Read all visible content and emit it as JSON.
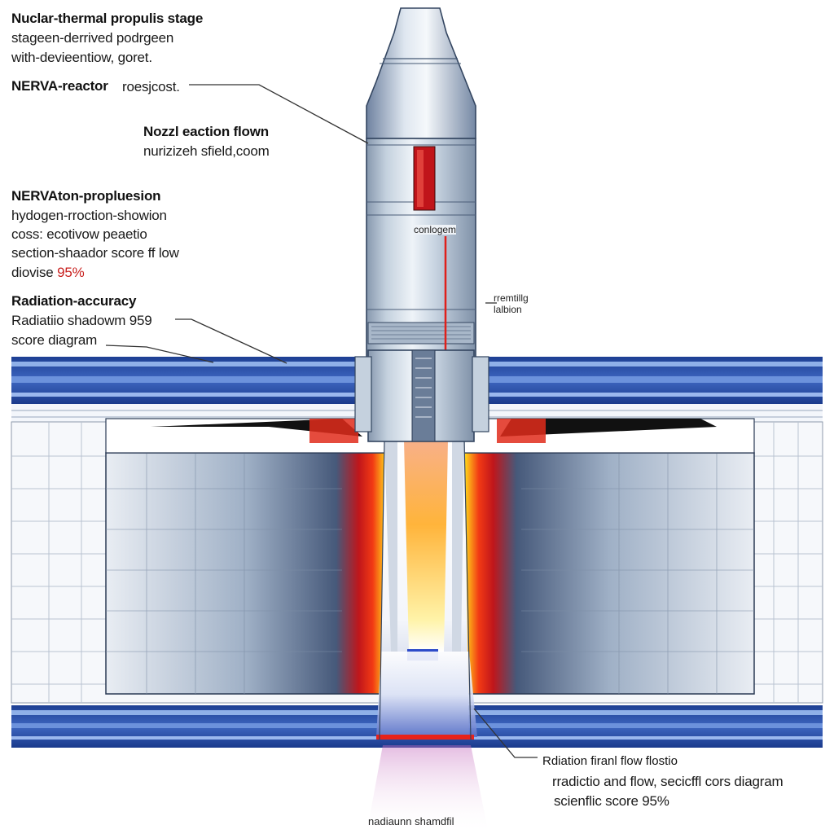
{
  "colors": {
    "band_blue": "#2c4fa3",
    "band_light": "#c9d8f1",
    "flame_red": "#e8221a",
    "flame_yellow": "#ffe01a",
    "body_silver": "#b7c6d6",
    "slot_red": "#c0141a"
  },
  "labels": {
    "title_1": "Nuclar-thermal propulis stage",
    "title_2": "stageen-derrived podrgeen",
    "title_3": "with-devieentiow, goret.",
    "nerva_reactor_b": "NERVA-reactor",
    "nerva_reactor_r": "roesjcost.",
    "nozzle_b": "Nozzl eaction flown",
    "nozzle_r": "nurizizeh sfield,coom",
    "nerva_prop_b": "NERVAton-propluesion",
    "nerva_prop_1": "hydogen-rroction-showion",
    "nerva_prop_2": "coss: ecotivow peaetio",
    "nerva_prop_3": "section-shaador score ff low",
    "nerva_prop_4a": "diovise",
    "nerva_prop_4b": "95%",
    "rad_acc_b": "Radiation-accuracy",
    "rad_acc_1": "Radiatiio shadowm 95",
    "rad_acc_1b": "9",
    "rad_acc_2": "score diagram",
    "center_tag": "conlogem",
    "side_1": "rremtillg",
    "side_2": "lalbion",
    "bottom_1": "Rdiation firanl flow flostio",
    "bottom_2": "rradictio and flow, secicffl cors diagram",
    "bottom_3": "scienflic score 95%",
    "bottom_center": "nadiaunn shamdfil"
  }
}
